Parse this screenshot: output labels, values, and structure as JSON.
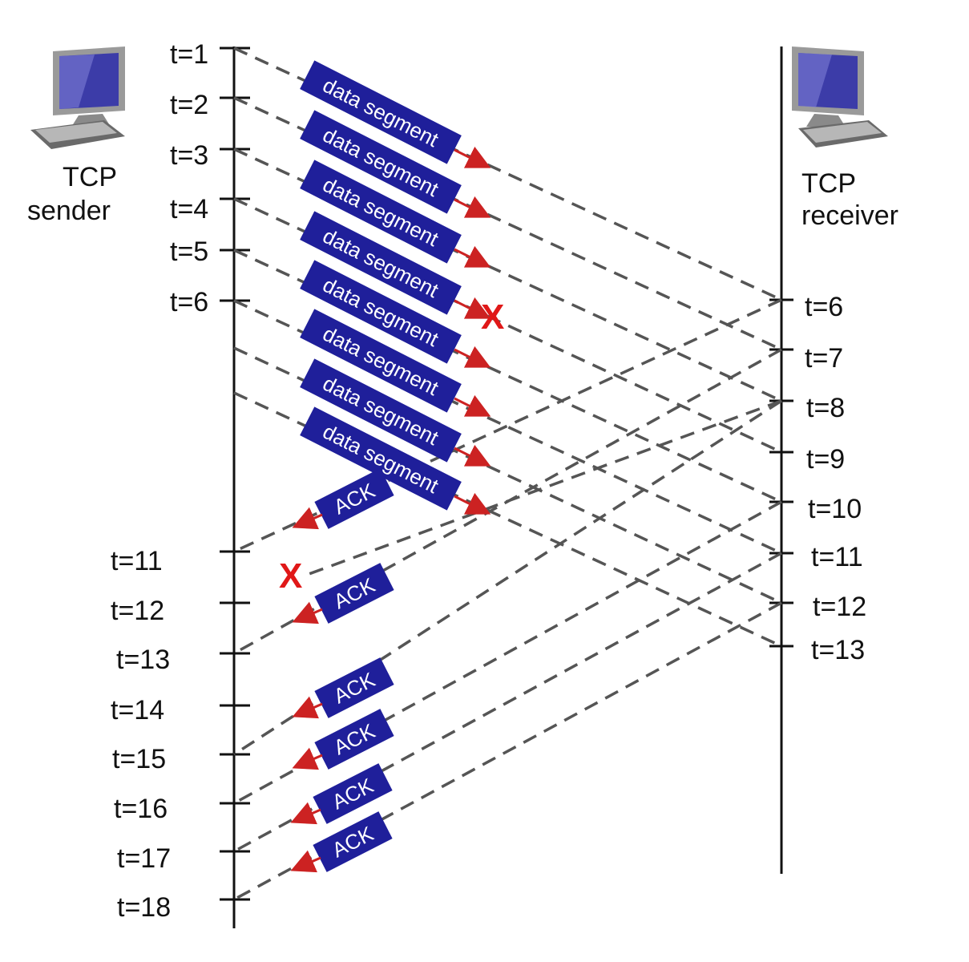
{
  "sender": {
    "name_line1": "TCP",
    "name_line2": "sender"
  },
  "receiver": {
    "name_line1": "TCP",
    "name_line2": "receiver"
  },
  "sender_times": [
    "t=1",
    "t=2",
    "t=3",
    "t=4",
    "t=5",
    "t=6",
    "t=11",
    "t=12",
    "t=13",
    "t=14",
    "t=15",
    "t=16",
    "t=17",
    "t=18"
  ],
  "receiver_times": [
    "t=6",
    "t=7",
    "t=8",
    "t=9",
    "t=10",
    "t=11",
    "t=12",
    "t=13"
  ],
  "segment_label": "data segment",
  "ack_label": "ACK",
  "lost_mark": "X",
  "colors": {
    "box": "#1f1f9a",
    "arrow": "#cc2222",
    "dash": "#555555",
    "lost": "#e01818"
  }
}
